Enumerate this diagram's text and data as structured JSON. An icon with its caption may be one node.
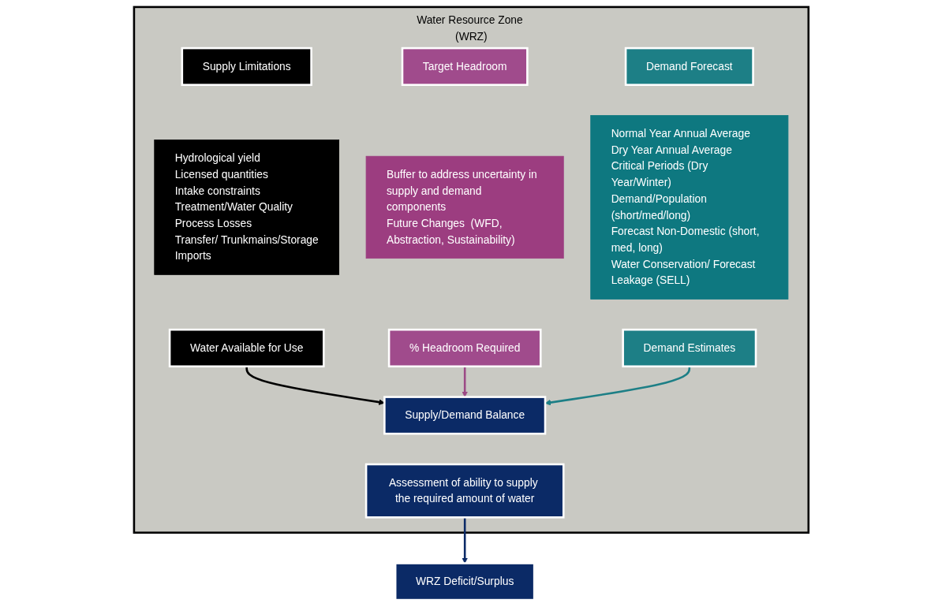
{
  "diagram": {
    "nodes": [
      {
        "text": [
          "Water Resource Zone (WRZ)"
        ]
      },
      {
        "text": [
          "Supply Limitations"
        ],
        "in": 0
      },
      {
        "text": [
          "Hydrological yield",
          "Licensed quantities",
          "Intake constraints",
          "Treatment/Water Quality",
          "Process Losses",
          "Transfer/ Trunkmains/Storage",
          "Imports"
        ],
        "in": 0
      },
      {
        "text": [
          "Water Available for Use"
        ],
        "in": 0
      },
      {
        "text": [
          "Target Headroom"
        ],
        "in": 0
      },
      {
        "text": [
          "Buffer to address uncertainty in supply and demand components",
          "Future Changes  (WFD, Abstraction, Sustainability)"
        ],
        "in": 0
      },
      {
        "text": [
          "% Headroom Required"
        ],
        "in": 0
      },
      {
        "text": [
          "Demand Forecast"
        ],
        "in": 0
      },
      {
        "text": [
          "Normal Year Annual Average",
          "Dry Year Annual Average",
          "Critical Periods (Dry Year/Winter)",
          "Demand/Population (short/med/long)",
          "Forecast Non-Domestic (short, med, long)",
          "Water Conservation/ Forecast Leakage (SELL)"
        ],
        "in": 0
      },
      {
        "text": [
          "Demand Estimates"
        ],
        "in": 0
      },
      {
        "text": [
          "Supply/Demand  Balance"
        ],
        "in": 0
      },
      {
        "text": [
          "Assessment of ability to supply the required amount of water"
        ],
        "in": 0
      },
      {
        "text": [
          "WRZ Deficit/Surplus"
        ]
      }
    ],
    "edges": [
      {
        "from": 3,
        "to": 10,
        "arrow": "to",
        "color": "#000000"
      },
      {
        "from": 6,
        "to": 10,
        "arrow": "to",
        "color": "#9c4a86"
      },
      {
        "from": 9,
        "to": 10,
        "arrow": "to",
        "color": "#1d7f86"
      },
      {
        "from": 11,
        "to": 12,
        "arrow": "to",
        "color": "#0b2a66"
      }
    ]
  }
}
